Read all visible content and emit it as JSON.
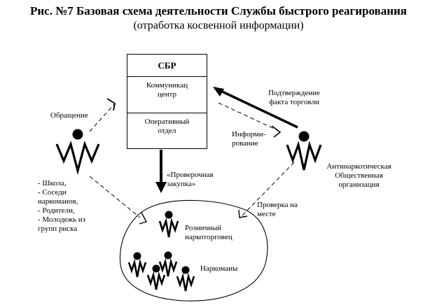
{
  "title": "Рис. №7 Базовая схема деятельности Службы быстрого реагирования",
  "subtitle": "(отработка косвенной информации)",
  "box": {
    "header": "СБР",
    "cell1": [
      "Коммуникац",
      "центр"
    ],
    "cell2": [
      "Оперативный",
      "отдел"
    ]
  },
  "labels": {
    "appeal": "Обращение",
    "confirmation": [
      "Подтверждение",
      "факта торговли"
    ],
    "informing": [
      "Информи-",
      "рование"
    ],
    "test_purchase": [
      "«Проверочная",
      "закупка»"
    ],
    "onsite_check": [
      "Проверка на",
      "месте"
    ],
    "antidrug_org": [
      "Антинаркотическая",
      "Общественная",
      "организация"
    ],
    "sources": [
      "- Школа,",
      "- Соседи",
      "наркоманов,",
      "- Родители,",
      "- Молодежь из",
      "групп риска"
    ],
    "retail_dealer": [
      "Розничный",
      "наркоторговец"
    ],
    "addicts": "Наркоманы"
  }
}
